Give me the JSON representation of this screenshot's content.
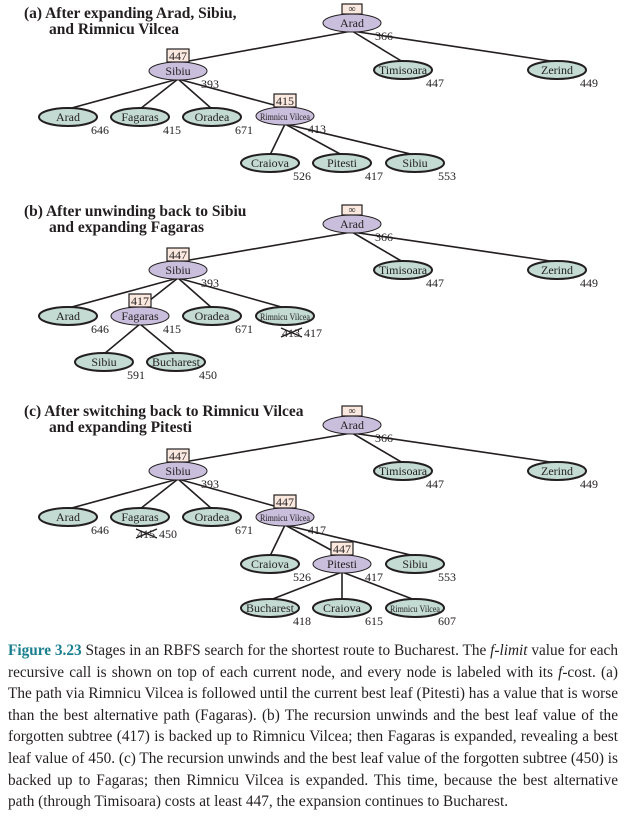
{
  "figure": {
    "colors": {
      "current_node_fill": "#c9bfdc",
      "leaf_node_fill": "#c3dbd2",
      "limit_box_fill": "#fbe9df",
      "caption_label": "#1a7f8f"
    },
    "panels": [
      {
        "id": "a",
        "title_line1": "(a) After expanding Arad, Sibiu,",
        "title_line2": "and Rimnicu Vilcea",
        "nodes": [
          {
            "id": "arad",
            "label": "Arad",
            "f": "366",
            "limit": "∞",
            "current": true
          },
          {
            "id": "sibiu",
            "parent": "arad",
            "label": "Sibiu",
            "f": "393",
            "limit": "447",
            "current": true
          },
          {
            "id": "timisoara",
            "parent": "arad",
            "label": "Timisoara",
            "f": "447"
          },
          {
            "id": "zerind",
            "parent": "arad",
            "label": "Zerind",
            "f": "449"
          },
          {
            "id": "arad2",
            "parent": "sibiu",
            "label": "Arad",
            "f": "646"
          },
          {
            "id": "fagaras",
            "parent": "sibiu",
            "label": "Fagaras",
            "f": "415"
          },
          {
            "id": "oradea",
            "parent": "sibiu",
            "label": "Oradea",
            "f": "671"
          },
          {
            "id": "rimnicu",
            "parent": "sibiu",
            "label": "Rimnicu Vilcea",
            "f": "413",
            "limit": "415",
            "current": true,
            "small": true
          },
          {
            "id": "craiova",
            "parent": "rimnicu",
            "label": "Craiova",
            "f": "526"
          },
          {
            "id": "pitesti",
            "parent": "rimnicu",
            "label": "Pitesti",
            "f": "417"
          },
          {
            "id": "sibiu2",
            "parent": "rimnicu",
            "label": "Sibiu",
            "f": "553"
          }
        ]
      },
      {
        "id": "b",
        "title_line1": "(b) After unwinding back to Sibiu",
        "title_line2": "and expanding Fagaras",
        "nodes": [
          {
            "id": "arad",
            "label": "Arad",
            "f": "366",
            "limit": "∞",
            "current": true
          },
          {
            "id": "sibiu",
            "parent": "arad",
            "label": "Sibiu",
            "f": "393",
            "limit": "447",
            "current": true
          },
          {
            "id": "timisoara",
            "parent": "arad",
            "label": "Timisoara",
            "f": "447"
          },
          {
            "id": "zerind",
            "parent": "arad",
            "label": "Zerind",
            "f": "449"
          },
          {
            "id": "arad2",
            "parent": "sibiu",
            "label": "Arad",
            "f": "646"
          },
          {
            "id": "fagaras",
            "parent": "sibiu",
            "label": "Fagaras",
            "f": "415",
            "limit": "417",
            "current": true
          },
          {
            "id": "oradea",
            "parent": "sibiu",
            "label": "Oradea",
            "f": "671"
          },
          {
            "id": "rimnicu",
            "parent": "sibiu",
            "label": "Rimnicu Vilcea",
            "f": "417",
            "old_f": "413",
            "small": true
          },
          {
            "id": "sibiu3",
            "parent": "fagaras",
            "label": "Sibiu",
            "f": "591"
          },
          {
            "id": "bucharest",
            "parent": "fagaras",
            "label": "Bucharest",
            "f": "450"
          }
        ]
      },
      {
        "id": "c",
        "title_line1": "(c) After switching back to Rimnicu Vilcea",
        "title_line2": "and expanding Pitesti",
        "nodes": [
          {
            "id": "arad",
            "label": "Arad",
            "f": "366",
            "limit": "∞",
            "current": true
          },
          {
            "id": "sibiu",
            "parent": "arad",
            "label": "Sibiu",
            "f": "393",
            "limit": "447",
            "current": true
          },
          {
            "id": "timisoara",
            "parent": "arad",
            "label": "Timisoara",
            "f": "447"
          },
          {
            "id": "zerind",
            "parent": "arad",
            "label": "Zerind",
            "f": "449"
          },
          {
            "id": "arad2",
            "parent": "sibiu",
            "label": "Arad",
            "f": "646"
          },
          {
            "id": "fagaras",
            "parent": "sibiu",
            "label": "Fagaras",
            "f": "450",
            "old_f": "415"
          },
          {
            "id": "oradea",
            "parent": "sibiu",
            "label": "Oradea",
            "f": "671"
          },
          {
            "id": "rimnicu",
            "parent": "sibiu",
            "label": "Rimnicu Vilcea",
            "f": "417",
            "limit": "447",
            "current": true,
            "small": true
          },
          {
            "id": "craiova",
            "parent": "rimnicu",
            "label": "Craiova",
            "f": "526"
          },
          {
            "id": "pitesti",
            "parent": "rimnicu",
            "label": "Pitesti",
            "f": "417",
            "limit": "447",
            "current": true
          },
          {
            "id": "sibiu2",
            "parent": "rimnicu",
            "label": "Sibiu",
            "f": "553"
          },
          {
            "id": "bucharest",
            "parent": "pitesti",
            "label": "Bucharest",
            "f": "418"
          },
          {
            "id": "craiova2",
            "parent": "pitesti",
            "label": "Craiova",
            "f": "615"
          },
          {
            "id": "rimnicu2",
            "parent": "pitesti",
            "label": "Rimnicu Vilcea",
            "f": "607",
            "small": true
          }
        ]
      }
    ]
  },
  "caption": {
    "label": "Figure 3.23",
    "segments": [
      {
        "text": "  Stages in an RBFS search for the shortest route to Bucharest. The "
      },
      {
        "text": "f",
        "italic": true
      },
      {
        "text": "-"
      },
      {
        "text": "limit",
        "italic": true
      },
      {
        "text": " value for each recursive call is shown on top of each current node, and every node is labeled with its "
      },
      {
        "text": "f",
        "italic": true
      },
      {
        "text": "-cost. (a) The path via Rimnicu Vilcea is followed until the current best leaf (Pitesti) has a value that is worse than the best alternative path (Fagaras). (b) The recursion unwinds and the best leaf value of the forgotten subtree (417) is backed up to Rimnicu Vilcea; then Fagaras is expanded, revealing a best leaf value of 450. (c) The recursion unwinds and the best leaf value of the forgotten subtree (450) is backed up to Fagaras; then Rimnicu Vilcea is expanded. This time, because the best alternative path (through Timisoara) costs at least 447, the expansion continues to Bucharest."
      }
    ]
  }
}
